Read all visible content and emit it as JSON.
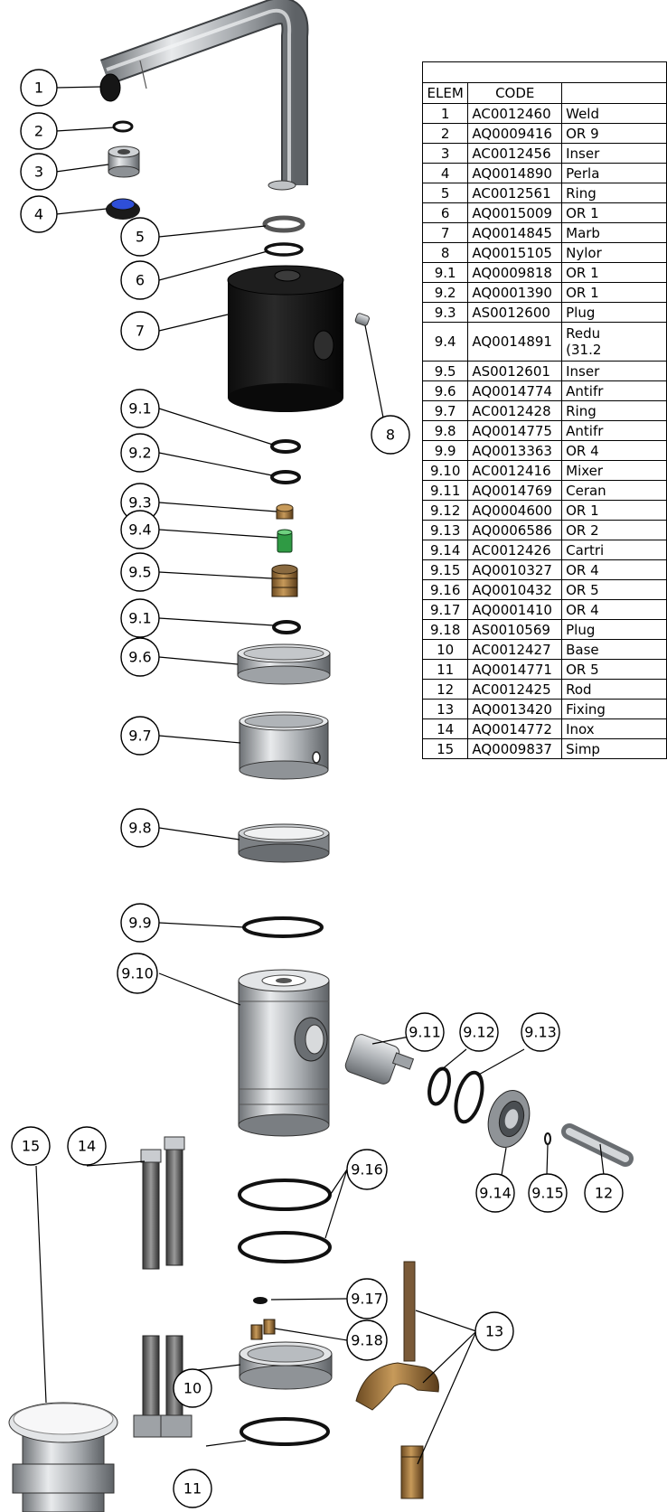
{
  "bom": {
    "headers": [
      "ELEM",
      "CODE",
      ""
    ],
    "rows": [
      {
        "elem": "1",
        "code": "AC0012460",
        "desc": "Weld"
      },
      {
        "elem": "2",
        "code": "AQ0009416",
        "desc": "OR 9"
      },
      {
        "elem": "3",
        "code": "AC0012456",
        "desc": "Inser"
      },
      {
        "elem": "4",
        "code": "AQ0014890",
        "desc": "Perla"
      },
      {
        "elem": "5",
        "code": "AC0012561",
        "desc": "Ring"
      },
      {
        "elem": "6",
        "code": "AQ0015009",
        "desc": "OR 1"
      },
      {
        "elem": "7",
        "code": "AQ0014845",
        "desc": "Marb"
      },
      {
        "elem": "8",
        "code": "AQ0015105",
        "desc": "Nylor"
      },
      {
        "elem": "9.1",
        "code": "AQ0009818",
        "desc": "OR 1"
      },
      {
        "elem": "9.2",
        "code": "AQ0001390",
        "desc": "OR 1"
      },
      {
        "elem": "9.3",
        "code": "AS0012600",
        "desc": "Plug"
      },
      {
        "elem": "9.4",
        "code": "AQ0014891",
        "desc": "Redu",
        "desc2": "(31.2"
      },
      {
        "elem": "9.5",
        "code": "AS0012601",
        "desc": "Inser"
      },
      {
        "elem": "9.6",
        "code": "AQ0014774",
        "desc": "Antifr"
      },
      {
        "elem": "9.7",
        "code": "AC0012428",
        "desc": "Ring"
      },
      {
        "elem": "9.8",
        "code": "AQ0014775",
        "desc": "Antifr"
      },
      {
        "elem": "9.9",
        "code": "AQ0013363",
        "desc": "OR 4"
      },
      {
        "elem": "9.10",
        "code": "AC0012416",
        "desc": "Mixer"
      },
      {
        "elem": "9.11",
        "code": "AQ0014769",
        "desc": "Ceran"
      },
      {
        "elem": "9.12",
        "code": "AQ0004600",
        "desc": "OR 1"
      },
      {
        "elem": "9.13",
        "code": "AQ0006586",
        "desc": "OR 2"
      },
      {
        "elem": "9.14",
        "code": "AC0012426",
        "desc": "Cartri"
      },
      {
        "elem": "9.15",
        "code": "AQ0010327",
        "desc": "OR 4"
      },
      {
        "elem": "9.16",
        "code": "AQ0010432",
        "desc": "OR 5"
      },
      {
        "elem": "9.17",
        "code": "AQ0001410",
        "desc": "OR 4"
      },
      {
        "elem": "9.18",
        "code": "AS0010569",
        "desc": "Plug"
      },
      {
        "elem": "10",
        "code": "AC0012427",
        "desc": "Base"
      },
      {
        "elem": "11",
        "code": "AQ0014771",
        "desc": "OR 5"
      },
      {
        "elem": "12",
        "code": "AC0012425",
        "desc": "Rod"
      },
      {
        "elem": "13",
        "code": "AQ0013420",
        "desc": "Fixing"
      },
      {
        "elem": "14",
        "code": "AQ0014772",
        "desc": "Inox"
      },
      {
        "elem": "15",
        "code": "AQ0009837",
        "desc": "Simp"
      }
    ]
  },
  "callouts": {
    "c1": "1",
    "c2": "2",
    "c3": "3",
    "c4": "4",
    "c5": "5",
    "c6": "6",
    "c7": "7",
    "c8": "8",
    "c91a": "9.1",
    "c92": "9.2",
    "c93": "9.3",
    "c94": "9.4",
    "c95": "9.5",
    "c91b": "9.1",
    "c96": "9.6",
    "c97": "9.7",
    "c98": "9.8",
    "c99": "9.9",
    "c910": "9.10",
    "c911": "9.11",
    "c912": "9.12",
    "c913": "9.13",
    "c914": "9.14",
    "c915": "9.15",
    "c916": "9.16",
    "c917": "9.17",
    "c918": "9.18",
    "c10": "10",
    "c11": "11",
    "c12": "12",
    "c13": "13",
    "c14": "14",
    "c15": "15"
  },
  "colors": {
    "steel": "#b9bcbf",
    "marble": "#151515",
    "aerator_blue": "#2f4fd8",
    "reducer_green": "#2f9a44",
    "brass": "#a87b3c",
    "bronze": "#7a5a38"
  }
}
